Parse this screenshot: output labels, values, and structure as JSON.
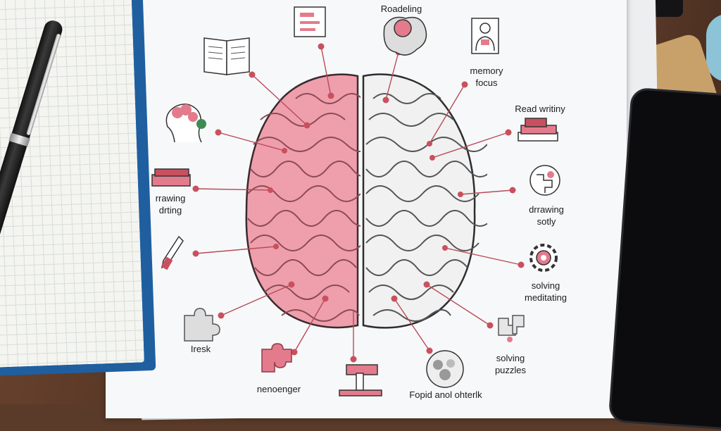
{
  "labels": {
    "top": "Roadeling",
    "memory": "memory",
    "focus": "focus",
    "read_writing": "Read writiny",
    "drawing_left_1": "rrawing",
    "drawing_left_2": "drting",
    "drawing_right_1": "drrawing",
    "drawing_right_2": "sotly",
    "solving_1": "solving",
    "meditating": "meditating",
    "solving_2": "solving",
    "puzzles": "puzzles",
    "iresk": "Iresk",
    "nenoenger": "nenoenger",
    "bottom": "Fopid anol ohterlk"
  },
  "colors": {
    "accent": "#c9505f",
    "left_hemisphere": "#ee9fab",
    "right_hemisphere": "#f2f2f2",
    "line": "#b84a59"
  },
  "icons": [
    "document-icon",
    "open-book-icon",
    "brain-gear-icon",
    "head-profile-icon",
    "person-icon",
    "book-icon",
    "books-stack-icon",
    "puzzle-brain-icon",
    "pen-icon",
    "gear-icon",
    "puzzle-piece-icon",
    "puzzle-pieces-icon",
    "jigsaw-icon",
    "microscope-icon",
    "gear-brain-icon"
  ]
}
